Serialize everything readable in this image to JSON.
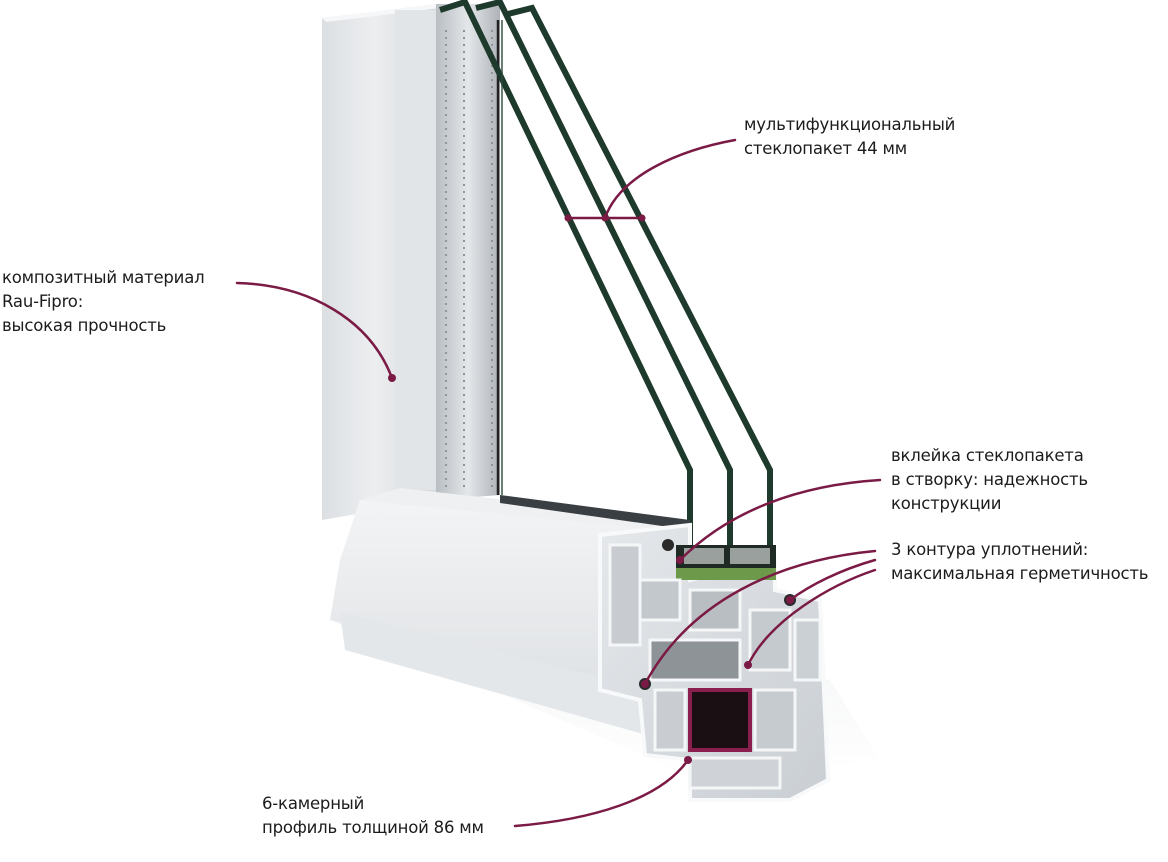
{
  "diagram": {
    "subject": "PVC window profile cross-section with triple glazing",
    "accent_color": "#7a1a45",
    "glass_edge_color": "#1e3a2c",
    "callouts": [
      {
        "id": "glass",
        "lines": [
          "мультифункциональный",
          "стеклопакет 44 мм"
        ]
      },
      {
        "id": "material",
        "lines": [
          "композитный материал",
          "Rau-Fipro:",
          "высокая прочность"
        ]
      },
      {
        "id": "gluing",
        "lines": [
          "вклейка стеклопакета",
          "в створку: надежность",
          "конструкции"
        ]
      },
      {
        "id": "seals",
        "lines": [
          "3 контура уплотнений:",
          "максимальная герметичность"
        ]
      },
      {
        "id": "profile",
        "lines": [
          "6-камерный",
          "профиль толщиной 86 мм"
        ]
      }
    ]
  }
}
